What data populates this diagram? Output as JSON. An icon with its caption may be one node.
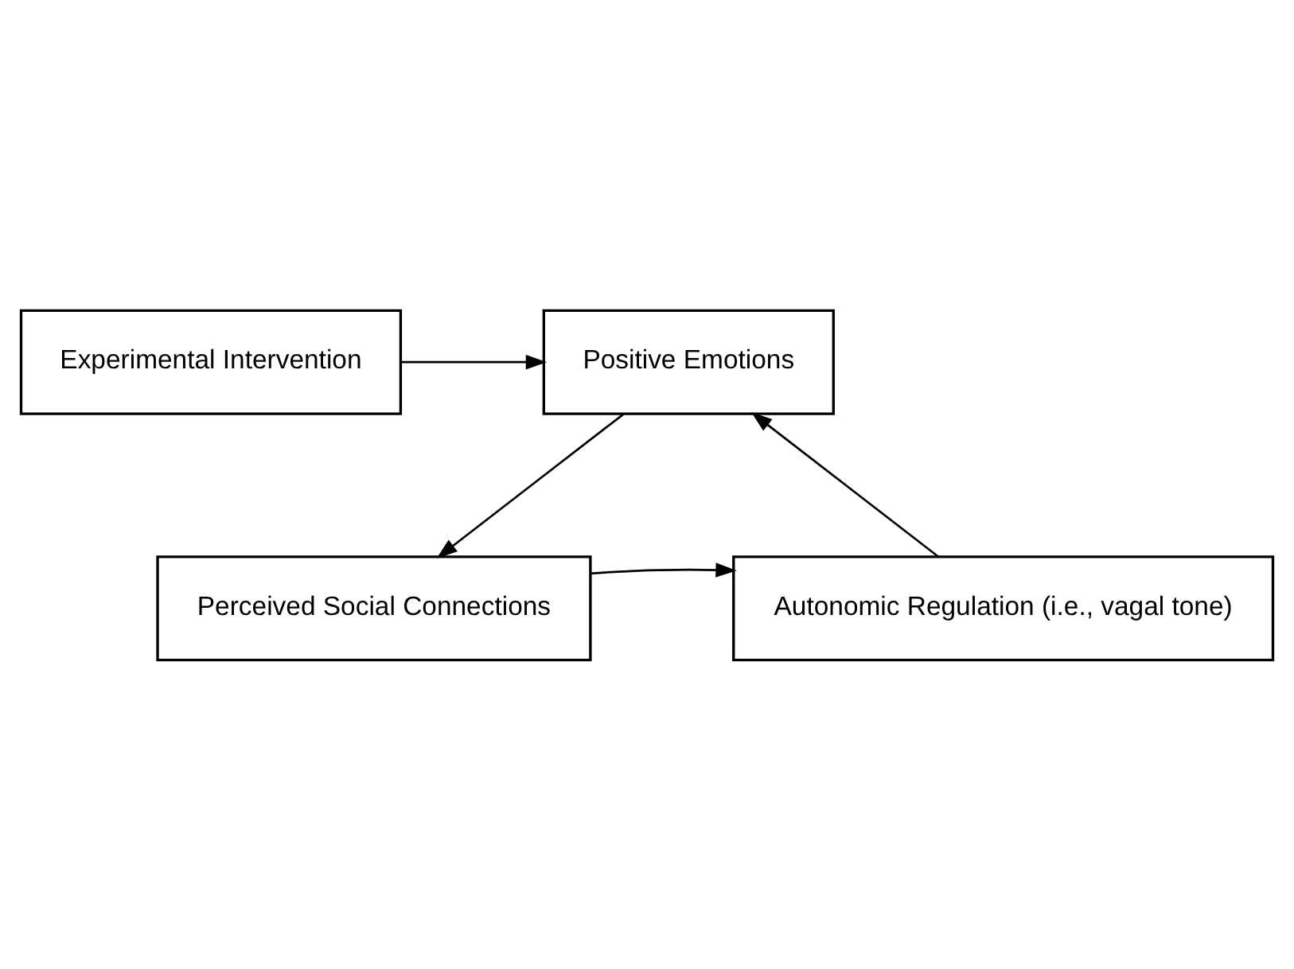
{
  "diagram": {
    "nodes": [
      {
        "text": [
          "Experimental Intervention"
        ]
      },
      {
        "text": [
          "Positive Emotions"
        ]
      },
      {
        "text": [
          "Perceived Social Connections"
        ]
      },
      {
        "text": [
          "Autonomic Regulation (i.e., vagal tone)"
        ]
      }
    ],
    "edges": [
      {
        "from": 0,
        "to": 1,
        "arrow": "to"
      },
      {
        "from": 1,
        "to": 2,
        "arrow": "to"
      },
      {
        "from": 2,
        "to": 3,
        "arrow": "to"
      },
      {
        "from": 3,
        "to": 1,
        "arrow": "to"
      }
    ]
  }
}
